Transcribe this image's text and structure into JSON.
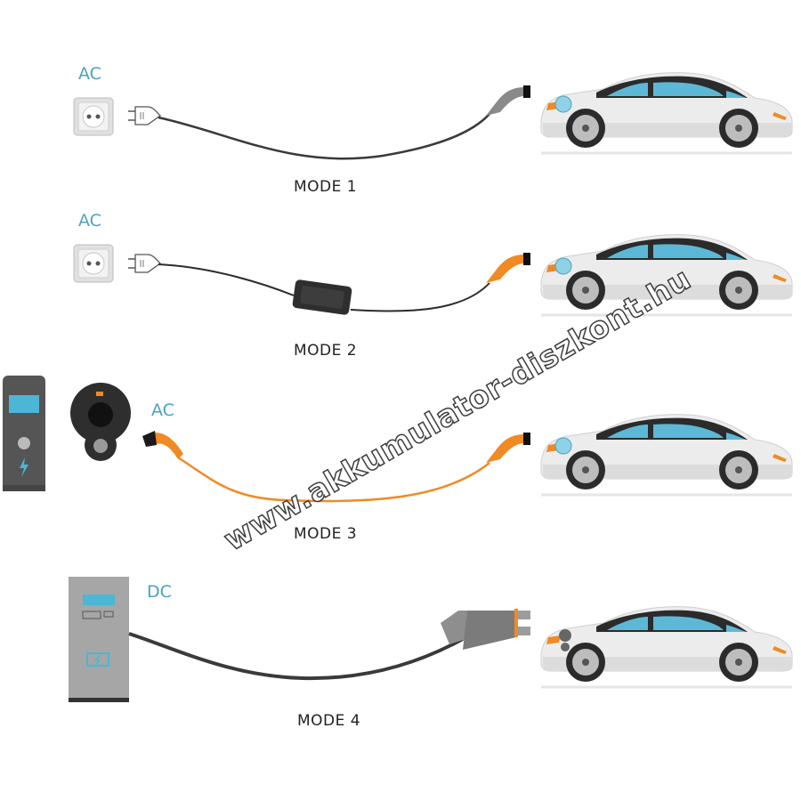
{
  "title": "EV charging modes",
  "modes": [
    {
      "label": "MODE 1",
      "current": "AC",
      "source": "household-socket",
      "cable": "plain cable"
    },
    {
      "label": "MODE 2",
      "current": "AC",
      "source": "household-socket",
      "cable": "cable with in-cable control box"
    },
    {
      "label": "MODE 3",
      "current": "AC",
      "source": "wallbox / charging station",
      "cable": "type 2 cable"
    },
    {
      "label": "MODE 4",
      "current": "DC",
      "source": "DC fast charger",
      "cable": "tethered DC cable"
    }
  ],
  "watermark": "www.akkumulator-diszkont.hu",
  "colors": {
    "accent": "#4aa3bd",
    "orange": "#f08a24",
    "cable": "#3a3a3a"
  }
}
